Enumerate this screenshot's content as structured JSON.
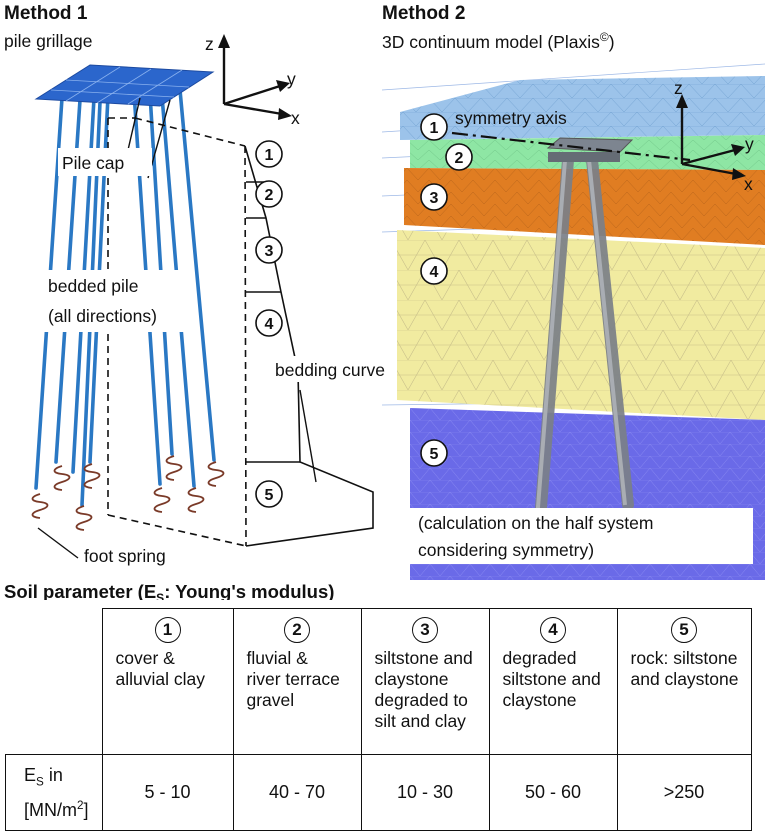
{
  "method1": {
    "title": "Method 1",
    "subtitle": "pile grillage",
    "labels": {
      "pile_cap": "Pile cap",
      "bedded_pile_1": "bedded pile",
      "bedded_pile_2": "(all directions)",
      "bedding_curve": "bedding curve",
      "foot_spring": "foot spring"
    }
  },
  "method2": {
    "title": "Method 2",
    "subtitle": "3D continuum model (Plaxis",
    "subtitle_sup": "©",
    "subtitle_end": ")",
    "labels": {
      "symmetry_axis": "symmetry axis",
      "note_1": "(calculation on the half system",
      "note_2": "considering symmetry)"
    }
  },
  "axes": {
    "z": "z",
    "y": "y",
    "x": "x"
  },
  "layer_numbers": [
    "1",
    "2",
    "3",
    "4",
    "5"
  ],
  "colors": {
    "pile": "#2a78c4",
    "cap": "#2b66cc",
    "spring": "#7a3a28",
    "layer1": "#9cc3ea",
    "layer2": "#8ee6a4",
    "layer3": "#e07d22",
    "layer4": "#f1eba0",
    "layer5": "#6a6ae8"
  },
  "table": {
    "title_pre": "Soil parameter (E",
    "title_sub": "S",
    "title_post": ": Young's modulus)",
    "row_label_pre": "E",
    "row_label_sub": "S",
    "row_label_mid": " in",
    "row_label_line2_pre": "[MN/m",
    "row_label_sup": "2",
    "row_label_line2_post": "]",
    "columns": [
      {
        "num": "1",
        "lines": [
          "cover &",
          "alluvial clay"
        ],
        "value": "5 - 10"
      },
      {
        "num": "2",
        "lines": [
          "fluvial &",
          "river terrace",
          "gravel"
        ],
        "value": "40 - 70"
      },
      {
        "num": "3",
        "lines": [
          "siltstone and",
          "claystone",
          "degraded to",
          "silt and clay"
        ],
        "value": "10 - 30"
      },
      {
        "num": "4",
        "lines": [
          "degraded",
          "siltstone and",
          "claystone"
        ],
        "value": "50 - 60"
      },
      {
        "num": "5",
        "lines": [
          "rock: siltstone",
          "and claystone"
        ],
        "value": ">250"
      }
    ]
  }
}
